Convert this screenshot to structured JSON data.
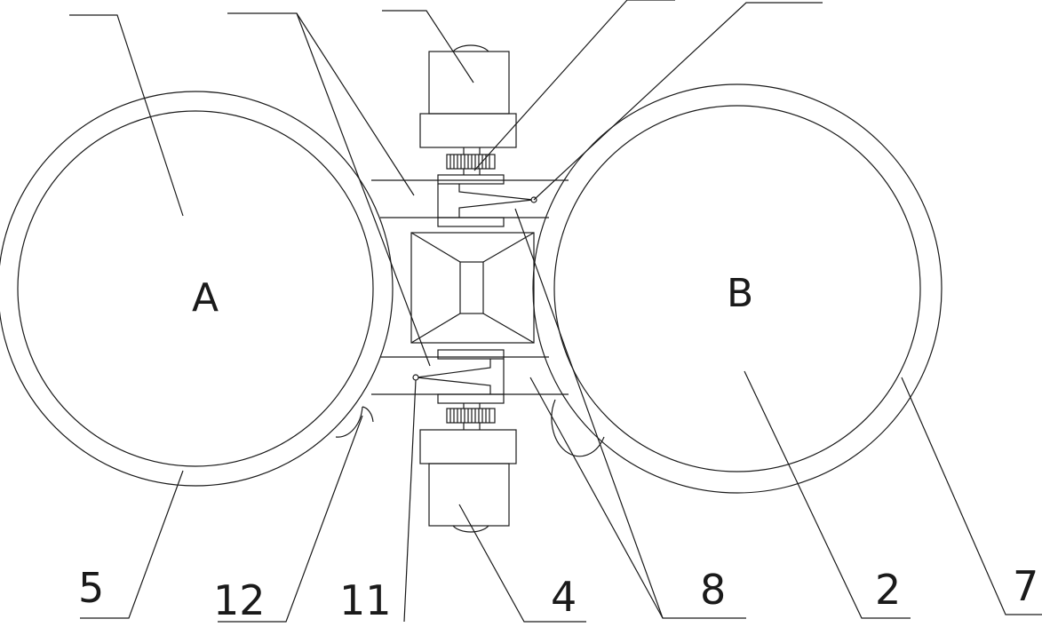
{
  "wheel_labels": {
    "left": "A",
    "right": "B"
  },
  "callouts": {
    "c5": "5",
    "c12": "12",
    "c11": "11",
    "c4": "4",
    "c8": "8",
    "c2": "2",
    "c7": "7"
  },
  "colors": {
    "line": "#1a1a1a",
    "background": "#ffffff"
  }
}
